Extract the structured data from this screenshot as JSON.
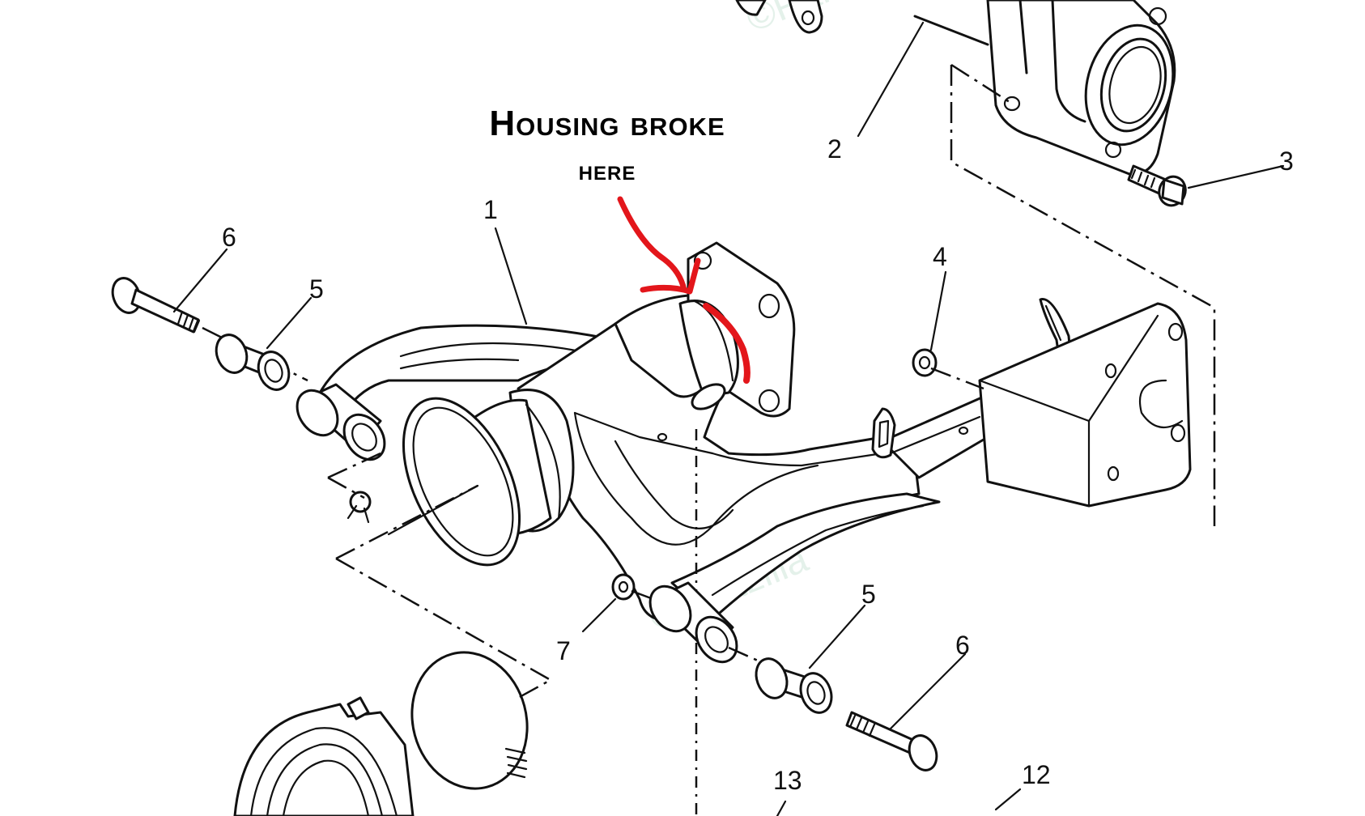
{
  "annotation": {
    "line1": "Housing broke",
    "line2": "here",
    "color": "#e3161b"
  },
  "callouts": [
    {
      "id": "c1",
      "text": "1"
    },
    {
      "id": "c2",
      "text": "2"
    },
    {
      "id": "c3",
      "text": "3"
    },
    {
      "id": "c4",
      "text": "4"
    },
    {
      "id": "c5a",
      "text": "5"
    },
    {
      "id": "c5b",
      "text": "5"
    },
    {
      "id": "c6a",
      "text": "6"
    },
    {
      "id": "c6b",
      "text": "6"
    },
    {
      "id": "c7",
      "text": "7"
    },
    {
      "id": "c12",
      "text": "12"
    },
    {
      "id": "c13",
      "text": "13"
    }
  ],
  "watermark": {
    "text": "©Partzilla"
  },
  "colors": {
    "line": "#111111",
    "background": "#ffffff",
    "highlight": "#e3161b"
  }
}
